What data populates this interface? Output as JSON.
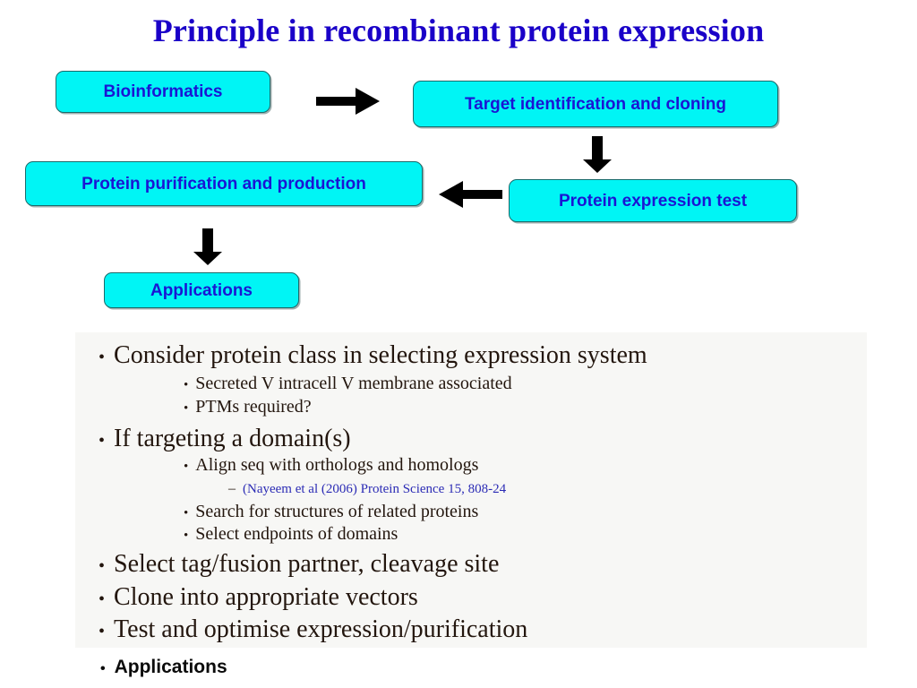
{
  "slide": {
    "title": "Principle in recombinant protein expression",
    "title_color": "#1a00c8",
    "background_color": "#ffffff"
  },
  "flowchart": {
    "box_fill_color": "#00f5f5",
    "box_border_color": "#1a6b6b",
    "box_text_color": "#1a15d4",
    "boxes": [
      {
        "id": "bioinformatics",
        "label": "Bioinformatics"
      },
      {
        "id": "target",
        "label": "Target identification and cloning"
      },
      {
        "id": "purification",
        "label": "Protein purification and production"
      },
      {
        "id": "expression",
        "label": "Protein expression test"
      },
      {
        "id": "applications",
        "label": "Applications"
      }
    ],
    "arrows": [
      {
        "id": "arrow-right-1",
        "direction": "right",
        "from": "bioinformatics",
        "to": "target"
      },
      {
        "id": "arrow-down-1",
        "direction": "down",
        "from": "target",
        "to": "expression"
      },
      {
        "id": "arrow-left-1",
        "direction": "left",
        "from": "expression",
        "to": "purification"
      },
      {
        "id": "arrow-down-2",
        "direction": "down",
        "from": "purification",
        "to": "applications"
      }
    ]
  },
  "bullets": {
    "panel_color": "#f7f7f5",
    "dot_glyph": "•",
    "dash_glyph": "–",
    "items": [
      {
        "level": 1,
        "text": "Consider protein class in selecting expression system"
      },
      {
        "level": 2,
        "text": "Secreted V intracell V membrane associated"
      },
      {
        "level": 2,
        "text": "PTMs required?"
      },
      {
        "level": 1,
        "text": "If targeting a domain(s)"
      },
      {
        "level": 2,
        "text": "Align seq with orthologs and homologs"
      },
      {
        "level": 3,
        "text": "(Nayeem et al (2006) Protein Science 15, 808-24",
        "color": "#2b2bb5"
      },
      {
        "level": 2,
        "text": "Search for structures of related proteins"
      },
      {
        "level": 2,
        "text": "Select endpoints of domains"
      },
      {
        "level": 1,
        "text": "Select tag/fusion partner, cleavage site"
      },
      {
        "level": 1,
        "text": "Clone into appropriate vectors"
      },
      {
        "level": 1,
        "text": "Test and optimise expression/purification"
      }
    ],
    "final_item": {
      "text": "Applications",
      "style": "bold-sans"
    }
  }
}
